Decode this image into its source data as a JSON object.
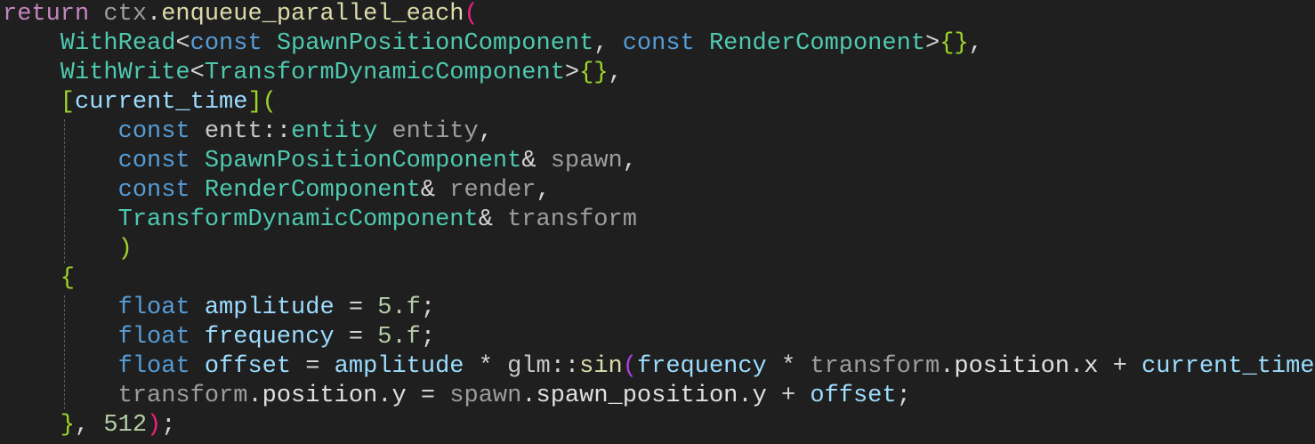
{
  "editor": {
    "lines": [
      {
        "tokens": [
          {
            "t": "return",
            "c": "kw"
          },
          {
            "t": " ctx",
            "c": "var"
          },
          {
            "t": ".",
            "c": "pun"
          },
          {
            "t": "enqueue_parallel_each",
            "c": "fn"
          },
          {
            "t": "(",
            "c": "p1"
          }
        ]
      },
      {
        "tokens": [
          {
            "t": "    WithRead",
            "c": "type"
          },
          {
            "t": "<",
            "c": "pun"
          },
          {
            "t": "const",
            "c": "key"
          },
          {
            "t": " SpawnPositionComponent",
            "c": "type"
          },
          {
            "t": ", ",
            "c": "pun"
          },
          {
            "t": "const",
            "c": "key"
          },
          {
            "t": " RenderComponent",
            "c": "type"
          },
          {
            "t": ">",
            "c": "pun"
          },
          {
            "t": "{}",
            "c": "p2"
          },
          {
            "t": ",",
            "c": "pun"
          }
        ]
      },
      {
        "tokens": [
          {
            "t": "    WithWrite",
            "c": "type"
          },
          {
            "t": "<",
            "c": "pun"
          },
          {
            "t": "TransformDynamicComponent",
            "c": "type"
          },
          {
            "t": ">",
            "c": "pun"
          },
          {
            "t": "{}",
            "c": "p2"
          },
          {
            "t": ",",
            "c": "pun"
          }
        ]
      },
      {
        "tokens": [
          {
            "t": "    [",
            "c": "p2"
          },
          {
            "t": "current_time",
            "c": "cap"
          },
          {
            "t": "](",
            "c": "p2"
          }
        ]
      },
      {
        "tokens": [
          {
            "t": "        const",
            "c": "key"
          },
          {
            "t": " entt",
            "c": "ns"
          },
          {
            "t": "::",
            "c": "pun"
          },
          {
            "t": "entity",
            "c": "type"
          },
          {
            "t": " entity",
            "c": "var"
          },
          {
            "t": ",",
            "c": "pun"
          }
        ]
      },
      {
        "tokens": [
          {
            "t": "        const",
            "c": "key"
          },
          {
            "t": " SpawnPositionComponent",
            "c": "type"
          },
          {
            "t": "& ",
            "c": "pun"
          },
          {
            "t": "spawn",
            "c": "var"
          },
          {
            "t": ",",
            "c": "pun"
          }
        ]
      },
      {
        "tokens": [
          {
            "t": "        const",
            "c": "key"
          },
          {
            "t": " RenderComponent",
            "c": "type"
          },
          {
            "t": "& ",
            "c": "pun"
          },
          {
            "t": "render",
            "c": "var"
          },
          {
            "t": ",",
            "c": "pun"
          }
        ]
      },
      {
        "tokens": [
          {
            "t": "        TransformDynamicComponent",
            "c": "type"
          },
          {
            "t": "& ",
            "c": "pun"
          },
          {
            "t": "transform",
            "c": "var"
          }
        ]
      },
      {
        "tokens": [
          {
            "t": "        )",
            "c": "p2"
          }
        ]
      },
      {
        "tokens": [
          {
            "t": "    {",
            "c": "p2"
          }
        ]
      },
      {
        "tokens": [
          {
            "t": "        float",
            "c": "key"
          },
          {
            "t": " amplitude",
            "c": "cap"
          },
          {
            "t": " = ",
            "c": "pun"
          },
          {
            "t": "5.f",
            "c": "num"
          },
          {
            "t": ";",
            "c": "pun"
          }
        ]
      },
      {
        "tokens": [
          {
            "t": "        float",
            "c": "key"
          },
          {
            "t": " frequency",
            "c": "cap"
          },
          {
            "t": " = ",
            "c": "pun"
          },
          {
            "t": "5.f",
            "c": "num"
          },
          {
            "t": ";",
            "c": "pun"
          }
        ]
      },
      {
        "tokens": [
          {
            "t": "        float",
            "c": "key"
          },
          {
            "t": " offset",
            "c": "cap"
          },
          {
            "t": " = ",
            "c": "pun"
          },
          {
            "t": "amplitude",
            "c": "cap"
          },
          {
            "t": " * ",
            "c": "pun"
          },
          {
            "t": "glm",
            "c": "ns"
          },
          {
            "t": "::",
            "c": "pun"
          },
          {
            "t": "sin",
            "c": "fn"
          },
          {
            "t": "(",
            "c": "p3"
          },
          {
            "t": "frequency",
            "c": "cap"
          },
          {
            "t": " * ",
            "c": "pun"
          },
          {
            "t": "transform",
            "c": "var"
          },
          {
            "t": ".",
            "c": "pun"
          },
          {
            "t": "position",
            "c": "mem"
          },
          {
            "t": ".",
            "c": "pun"
          },
          {
            "t": "x",
            "c": "mem"
          },
          {
            "t": " + ",
            "c": "pun"
          },
          {
            "t": "current_time",
            "c": "cap"
          },
          {
            "t": ")",
            "c": "p3"
          },
          {
            "t": ";",
            "c": "pun"
          }
        ]
      },
      {
        "tokens": [
          {
            "t": "        transform",
            "c": "var"
          },
          {
            "t": ".",
            "c": "pun"
          },
          {
            "t": "position",
            "c": "mem"
          },
          {
            "t": ".",
            "c": "pun"
          },
          {
            "t": "y",
            "c": "mem"
          },
          {
            "t": " = ",
            "c": "pun"
          },
          {
            "t": "spawn",
            "c": "var"
          },
          {
            "t": ".",
            "c": "pun"
          },
          {
            "t": "spawn_position",
            "c": "mem"
          },
          {
            "t": ".",
            "c": "pun"
          },
          {
            "t": "y",
            "c": "mem"
          },
          {
            "t": " + ",
            "c": "pun"
          },
          {
            "t": "offset",
            "c": "cap"
          },
          {
            "t": ";",
            "c": "pun"
          }
        ]
      },
      {
        "tokens": [
          {
            "t": "    }",
            "c": "p2"
          },
          {
            "t": ", ",
            "c": "pun"
          },
          {
            "t": "512",
            "c": "num"
          },
          {
            "t": ")",
            "c": "p1"
          },
          {
            "t": ";",
            "c": "pun"
          }
        ]
      }
    ]
  }
}
